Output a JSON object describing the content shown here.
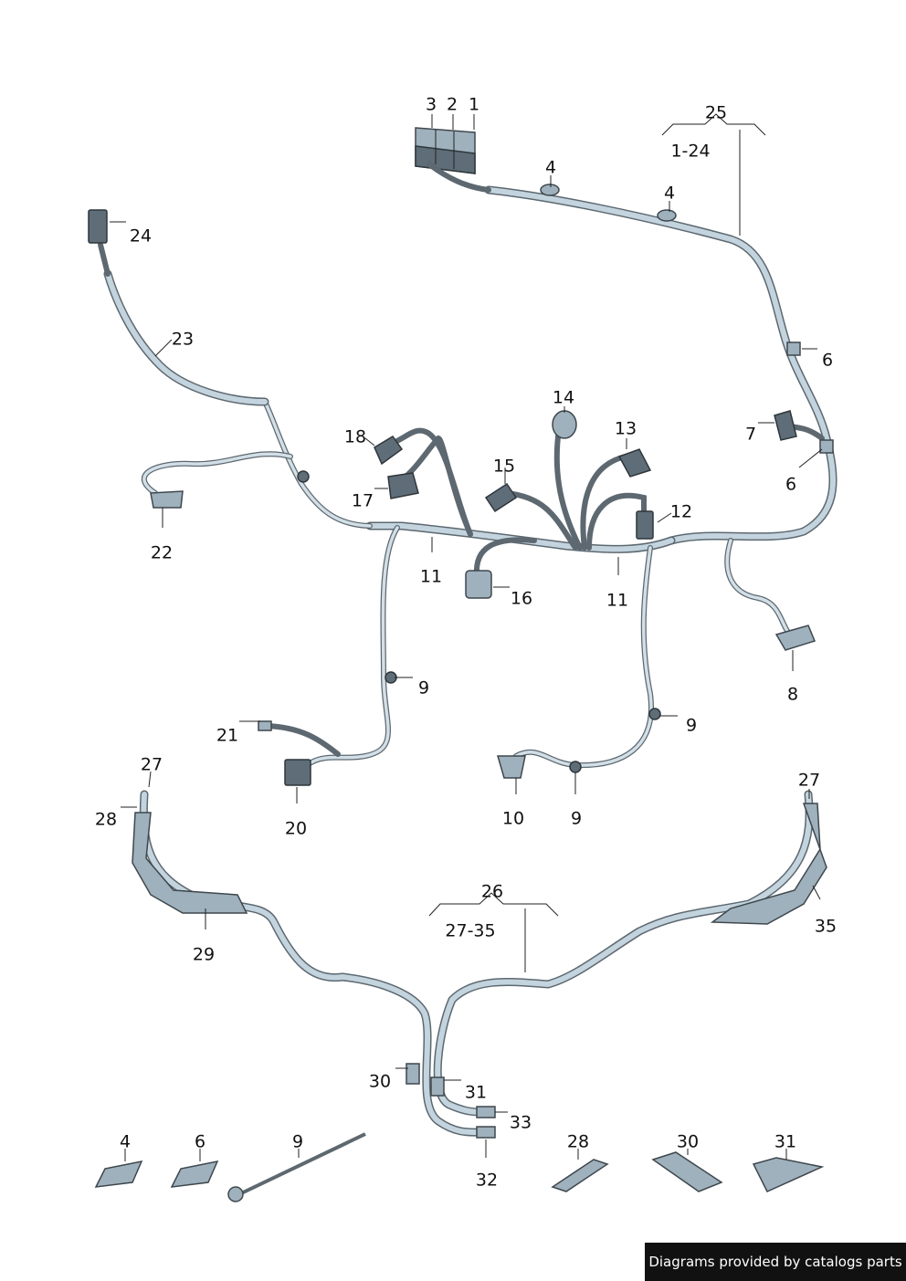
{
  "callouts": {
    "c1": "1",
    "c2": "2",
    "c3": "3",
    "c4a": "4",
    "c4b": "4",
    "c25": "25",
    "c1_24": "1-24",
    "c24": "24",
    "c23": "23",
    "c6a": "6",
    "c7": "7",
    "c6b": "6",
    "c18": "18",
    "c14": "14",
    "c13": "13",
    "c15": "15",
    "c17": "17",
    "c12": "12",
    "c22": "22",
    "c11a": "11",
    "c16": "16",
    "c11b": "11",
    "c8": "8",
    "c9a": "9",
    "c21": "21",
    "c9b": "9",
    "c27a": "27",
    "c20": "20",
    "c10": "10",
    "c9c": "9",
    "c28a": "28",
    "c27b": "27",
    "c26": "26",
    "c35": "35",
    "c27_35": "27-35",
    "c29": "29",
    "c30a": "30",
    "c31a": "31",
    "c33": "33",
    "c32": "32",
    "legend_4": "4",
    "legend_6": "6",
    "legend_9": "9",
    "legend_28": "28",
    "legend_30": "30",
    "legend_31": "31"
  },
  "footer": {
    "text": "Diagrams provided by catalogs parts"
  },
  "colors": {
    "harness_outline": "#5d6870",
    "harness_fill": "#c3d4de",
    "connector_fill": "#9fb1bd",
    "footer_bg": "#111111"
  }
}
